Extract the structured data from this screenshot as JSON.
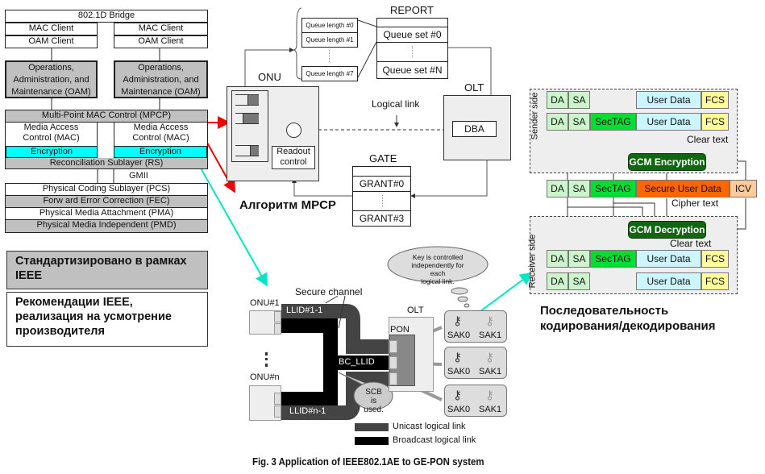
{
  "stack": {
    "bridge": "802.1D Bridge",
    "mac_client": "MAC Client",
    "oam_client": "OAM Client",
    "oam": [
      "Operations,",
      "Administration, and",
      "Maintenance (OAM)"
    ],
    "mpcp": "Multi-Point MAC Control (MPCP)",
    "mac": [
      "Media Access",
      "Control (MAC)"
    ],
    "encryption": "Encryption",
    "rs": "Reconciliation Sublayer (RS)",
    "gmii": "GMII",
    "pcs": "Physical Coding Sublayer (PCS)",
    "fec": "Forw ard Error Correction (FEC)",
    "pma": "Physical Media Attachment (PMA)",
    "pmd": "Physical Media Independent (PMD)"
  },
  "legend_notes": {
    "standardized": "Стандартизировано в рамках IEEE",
    "recommended": "Рекомендации IEEE, реализация на усмотрение производителя"
  },
  "mpcp": {
    "report_title": "REPORT",
    "queue_lengths": [
      "Queue length #0",
      "Queue length #1",
      "Queue length #7"
    ],
    "queue_sets": [
      "Queue set #0",
      "Queue set #N"
    ],
    "onu": "ONU",
    "olt": "OLT",
    "logical_link": "Logical link",
    "dba": "DBA",
    "readout": [
      "Readout",
      "control"
    ],
    "gate_title": "GATE",
    "grants": [
      "GRANT#0",
      "GRANT#3"
    ],
    "caption": "Алгоритм MPCP"
  },
  "crypto": {
    "sender_side": "Sender side",
    "receiver_side": "Receiver side",
    "da": "DA",
    "sa": "SA",
    "sectag": "SecTAG",
    "user_data": "User Data",
    "fcs": "FCS",
    "secure_user_data": "Secure User Data",
    "icv": "ICV",
    "gcm_enc": "GCM Encryption",
    "gcm_dec": "GCM Decryption",
    "clear_text": "Clear text",
    "cipher_text": "Cipher text",
    "caption": [
      "Последовательность",
      "кодирования/декодирования"
    ]
  },
  "pon": {
    "cloud": [
      "Key is controlled",
      "independently for each",
      "logical link."
    ],
    "secure_channel": "Secure channel",
    "onu1": "ONU#1",
    "onun": "ONU#n",
    "olt": "OLT",
    "pon": "PON",
    "llid1": "LLID#1-1",
    "llidn": "LLID#n-1",
    "bc_llid": "BC_LLID",
    "scb": [
      "SCB is",
      "used."
    ],
    "sak0": "SAK0",
    "sak1": "SAK1",
    "legend_unicast": "Unicast logical link",
    "legend_broadcast": "Broadcast logical link"
  },
  "figure_caption": "Fig. 3 Application of IEEE802.1AE to GE-PON system",
  "colors": {
    "red_arrow": "#ee0000",
    "cyan_arrow": "#00e6c3",
    "encryption": "#00ffff",
    "sectag": "#00dd33",
    "secure_data": "#ff6600"
  }
}
